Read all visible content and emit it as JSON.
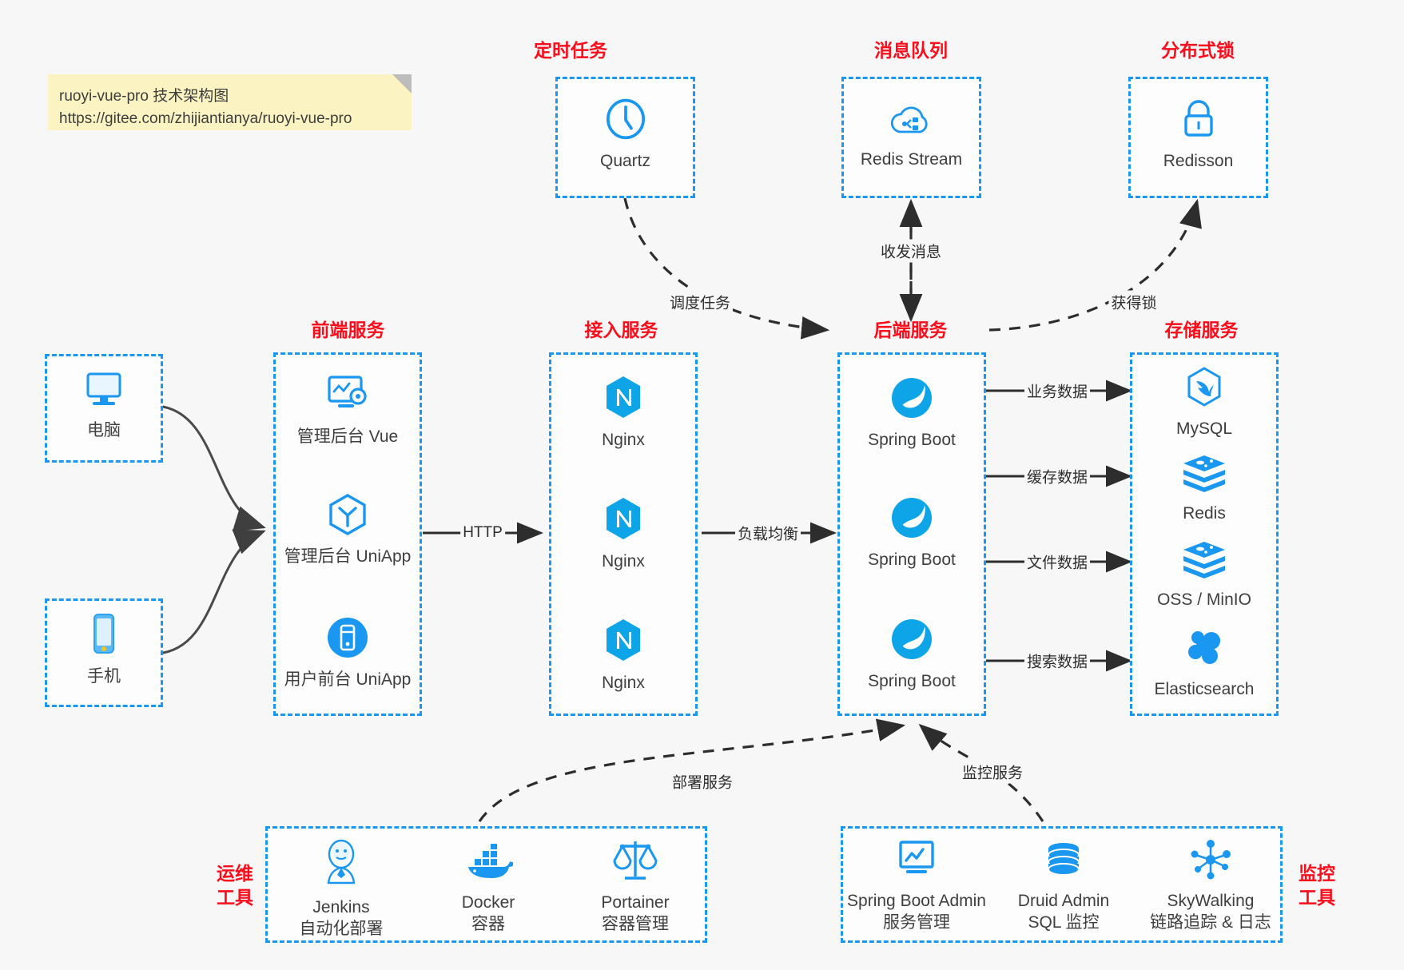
{
  "note": {
    "line1": "ruoyi-vue-pro 技术架构图",
    "line2": "https://gitee.com/zhijiantianya/ruoyi-vue-pro"
  },
  "groups": {
    "scheduler": {
      "title": "定时任务"
    },
    "mq": {
      "title": "消息队列"
    },
    "lock": {
      "title": "分布式锁"
    },
    "frontend": {
      "title": "前端服务"
    },
    "gateway": {
      "title": "接入服务"
    },
    "backend": {
      "title": "后端服务"
    },
    "storage": {
      "title": "存储服务"
    },
    "devops": {
      "title_line1": "运维",
      "title_line2": "工具"
    },
    "monitor": {
      "title_line1": "监控",
      "title_line2": "工具"
    }
  },
  "nodes": {
    "quartz": {
      "label": "Quartz",
      "icon": "clock-icon"
    },
    "redis_stream": {
      "label": "Redis Stream",
      "icon": "cloud-stream-icon"
    },
    "redisson": {
      "label": "Redisson",
      "icon": "lock-icon"
    },
    "client_pc": {
      "label": "电脑",
      "icon": "desktop-icon"
    },
    "client_phone": {
      "label": "手机",
      "icon": "smartphone-icon"
    },
    "admin_vue": {
      "label": "管理后台 Vue",
      "icon": "monitor-gear-icon"
    },
    "admin_uniapp": {
      "label": "管理后台 UniApp",
      "icon": "uniapp-cube-icon"
    },
    "user_uniapp": {
      "label": "用户前台 UniApp",
      "icon": "mobile-app-icon"
    },
    "nginx1": {
      "label": "Nginx",
      "icon": "nginx-icon"
    },
    "nginx2": {
      "label": "Nginx",
      "icon": "nginx-icon"
    },
    "nginx3": {
      "label": "Nginx",
      "icon": "nginx-icon"
    },
    "springboot1": {
      "label": "Spring Boot",
      "icon": "spring-leaf-icon"
    },
    "springboot2": {
      "label": "Spring Boot",
      "icon": "spring-leaf-icon"
    },
    "springboot3": {
      "label": "Spring Boot",
      "icon": "spring-leaf-icon"
    },
    "mysql": {
      "label": "MySQL",
      "icon": "mysql-dolphin-icon"
    },
    "redis": {
      "label": "Redis",
      "icon": "redis-stack-icon"
    },
    "oss": {
      "label": "OSS / MinIO",
      "icon": "redis-stack-icon"
    },
    "elasticsearch": {
      "label": "Elasticsearch",
      "icon": "elasticsearch-icon"
    },
    "jenkins": {
      "label": "Jenkins",
      "sublabel": "自动化部署",
      "icon": "jenkins-butler-icon"
    },
    "docker": {
      "label": "Docker",
      "sublabel": "容器",
      "icon": "docker-whale-icon"
    },
    "portainer": {
      "label": "Portainer",
      "sublabel": "容器管理",
      "icon": "portainer-scale-icon"
    },
    "sba": {
      "label": "Spring Boot Admin",
      "sublabel": "服务管理",
      "icon": "monitor-chart-icon"
    },
    "druid": {
      "label": "Druid Admin",
      "sublabel": "SQL 监控",
      "icon": "database-icon"
    },
    "skywalking": {
      "label": "SkyWalking",
      "sublabel": "链路追踪 & 日志",
      "icon": "skywalking-node-icon"
    }
  },
  "edges": {
    "schedule_task": "调度任务",
    "send_receive_message": "收发消息",
    "acquire_lock": "获得锁",
    "http": "HTTP",
    "load_balance": "负载均衡",
    "business_data": "业务数据",
    "cache_data": "缓存数据",
    "file_data": "文件数据",
    "search_data": "搜索数据",
    "deploy_service": "部署服务",
    "monitor_service": "监控服务"
  },
  "colors": {
    "accent_blue": "#1a97f0",
    "title_red": "#fc0d1c",
    "edge_dark": "#2d2d2d",
    "note_yellow": "#fbf4c2",
    "background": "#f7f7f7"
  }
}
